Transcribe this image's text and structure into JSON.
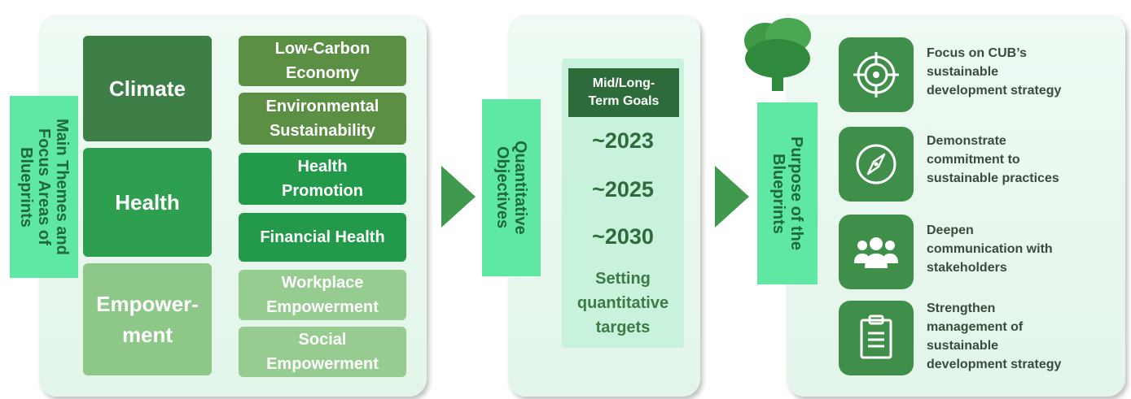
{
  "left": {
    "title": "Main Themes and\nFocus Areas of\nBlueprints",
    "themes": [
      {
        "label": "Climate",
        "color": "#3e7f47"
      },
      {
        "label": "Health",
        "color": "#2e9e4f"
      },
      {
        "label": "Empower-\nment",
        "color": "#8dc889"
      }
    ],
    "areas": [
      {
        "label": "Low-Carbon\nEconomy",
        "color": "#5b8f44"
      },
      {
        "label": "Environmental\nSustainability",
        "color": "#5b8f44"
      },
      {
        "label": "Health\nPromotion",
        "color": "#229a4a"
      },
      {
        "label": "Financial Health",
        "color": "#229a4a"
      },
      {
        "label": "Workplace\nEmpowerment",
        "color": "#96cc90"
      },
      {
        "label": "Social\nEmpowerment",
        "color": "#96cc90"
      }
    ]
  },
  "middle": {
    "title": "Quantitative\nObjectives",
    "goals_header": "Mid/Long-\nTerm Goals",
    "years": [
      "~2023",
      "~2025",
      "~2030"
    ],
    "setting": "Setting\nquantitative\ntargets"
  },
  "right": {
    "title": "Purpose of the\nBlueprints",
    "purposes": [
      {
        "icon": "target-icon",
        "text": "Focus on CUB’s\nsustainable\ndevelopment strategy"
      },
      {
        "icon": "compass-icon",
        "text": "Demonstrate\ncommitment to\nsustainable practices"
      },
      {
        "icon": "people-icon",
        "text": "Deepen\ncommunication with\nstakeholders"
      },
      {
        "icon": "clipboard-icon",
        "text": "Strengthen\nmanagement of\nsustainable\ndevelopment strategy"
      }
    ]
  },
  "colors": {
    "accent_tag": "#5ee8a4",
    "dark_green": "#2e6b3b",
    "arrow": "#3f9a4d",
    "icon_bg": "#3f8f4a"
  }
}
